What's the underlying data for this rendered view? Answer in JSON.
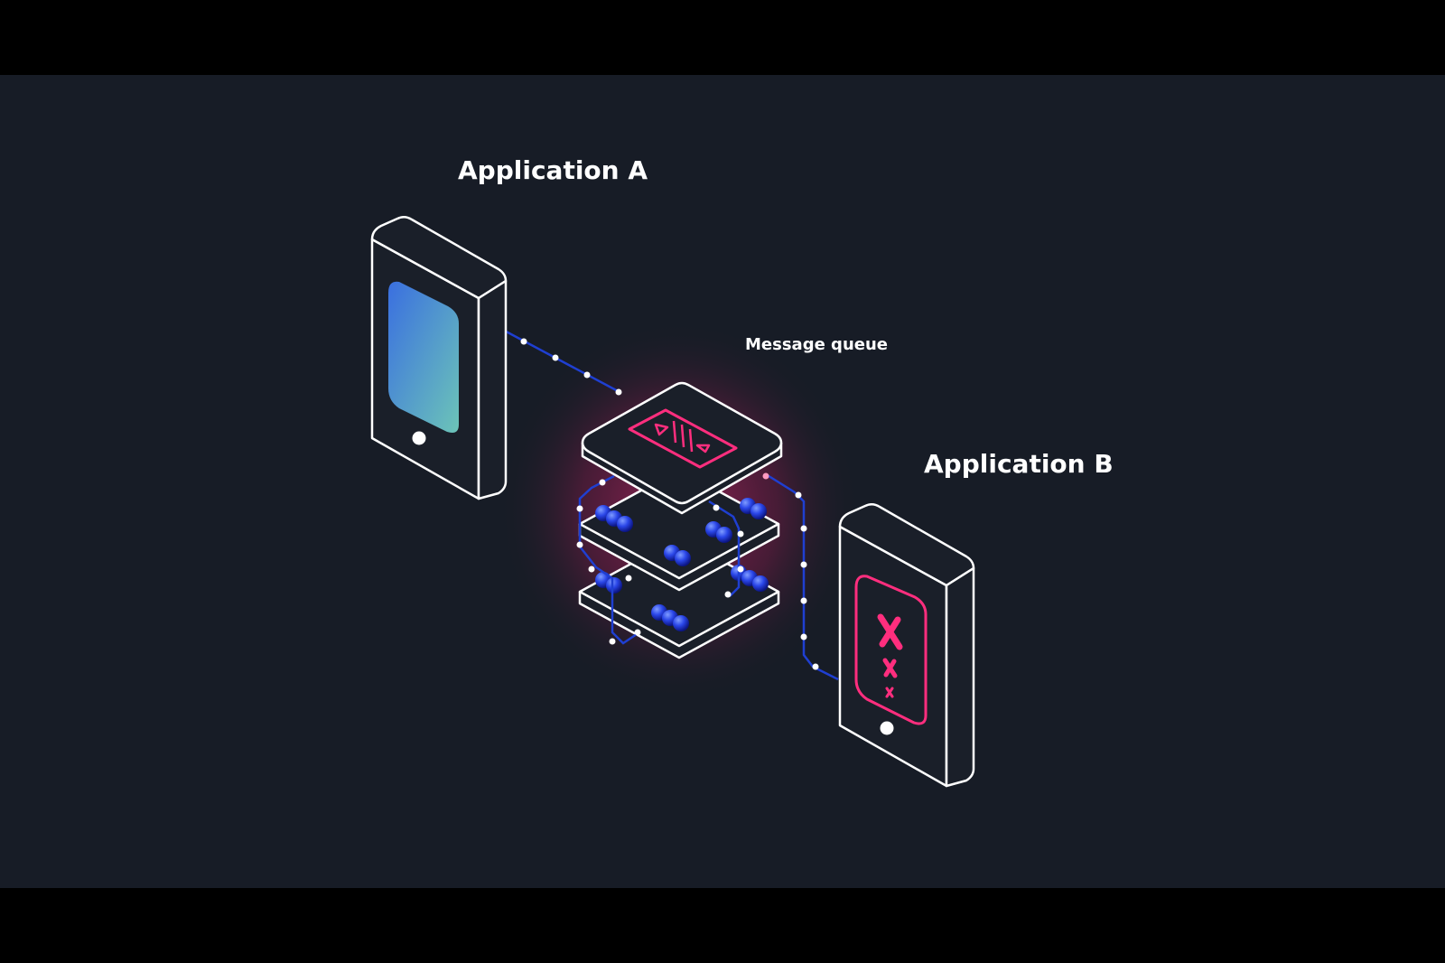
{
  "labels": {
    "application_a": "Application A",
    "application_b": "Application B",
    "message_queue": "Message queue"
  },
  "colors": {
    "background": "#171c26",
    "letterbox": "#000000",
    "outline": "#ffffff",
    "device_body": "#1a1f29",
    "accent_pink": "#ff2e7e",
    "connector_blue": "#1f3fd1",
    "screen_gradient_start": "#3a6fe0",
    "screen_gradient_end": "#6cc4b8",
    "message_ball": "#2a46e8"
  },
  "icons": {
    "device_a": "smartphone-icon",
    "device_b": "smartphone-error-icon",
    "queue_top": "message-queue-icon",
    "error_marks": "x-icon"
  }
}
